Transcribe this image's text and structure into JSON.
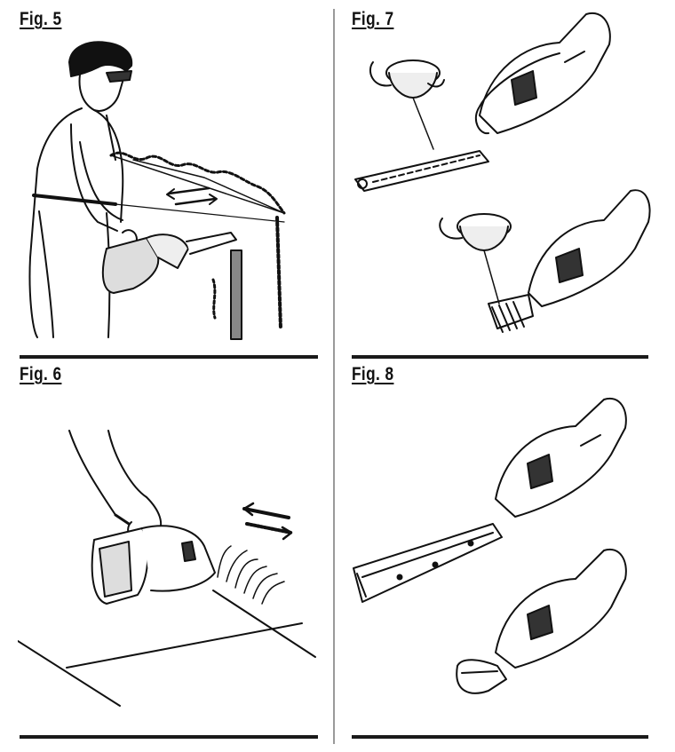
{
  "figures": {
    "fig5": {
      "label": "Fig. 5"
    },
    "fig6": {
      "label": "Fig. 6"
    },
    "fig7": {
      "label": "Fig. 7"
    },
    "fig8": {
      "label": "Fig. 8"
    }
  }
}
